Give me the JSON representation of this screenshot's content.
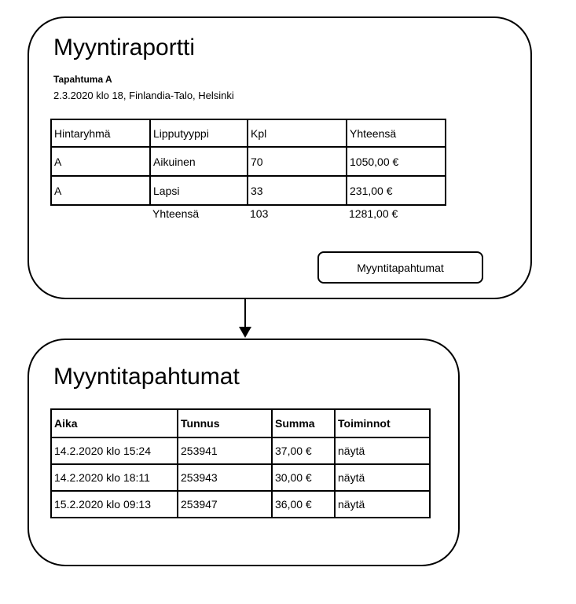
{
  "report": {
    "title": "Myyntiraportti",
    "event_name": "Tapahtuma A",
    "event_details": "2.3.2020 klo 18, Finlandia-Talo, Helsinki",
    "table": {
      "headers": [
        "Hintaryhmä",
        "Lipputyyppi",
        "Kpl",
        "Yhteensä"
      ],
      "rows": [
        [
          "A",
          "Aikuinen",
          "70",
          "1050,00 €"
        ],
        [
          "A",
          "Lapsi",
          "33",
          "231,00 €"
        ]
      ],
      "total": {
        "label": "Yhteensä",
        "count": "103",
        "sum": "1281,00 €"
      }
    },
    "button_label": "Myyntitapahtumat"
  },
  "transactions": {
    "title": "Myyntitapahtumat",
    "table": {
      "headers": [
        "Aika",
        "Tunnus",
        "Summa",
        "Toiminnot"
      ],
      "rows": [
        [
          "14.2.2020 klo 15:24",
          "253941",
          "37,00 €",
          "näytä"
        ],
        [
          "14.2.2020 klo 18:11",
          "253943",
          "30,00 €",
          "näytä"
        ],
        [
          "15.2.2020 klo 09:13",
          "253947",
          "36,00 €",
          "näytä"
        ]
      ]
    }
  },
  "colors": {
    "stroke": "#000000",
    "background": "#ffffff"
  }
}
